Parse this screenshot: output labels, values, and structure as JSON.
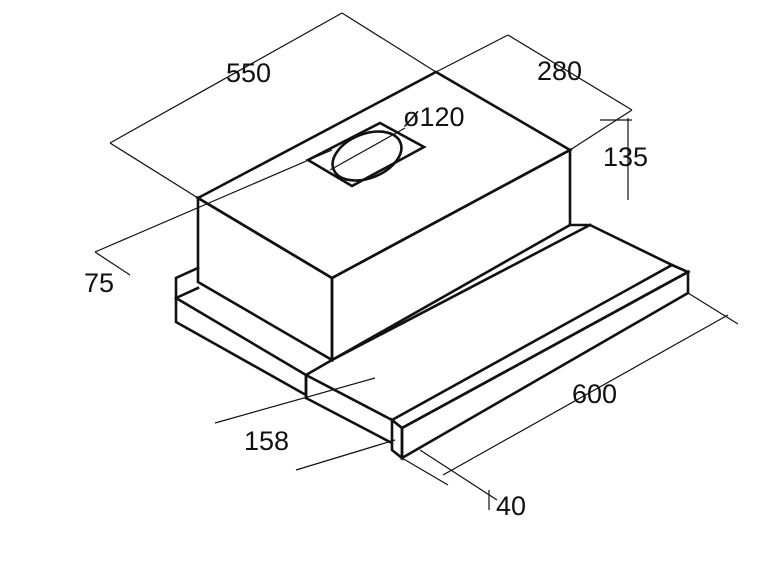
{
  "diagram": {
    "type": "technical-dimension-drawing",
    "line_color": "#111111",
    "background": "#ffffff",
    "dimensions": {
      "width_top": "550",
      "depth_top": "280",
      "height_body": "135",
      "outlet_diameter": "ø120",
      "side_offset": "75",
      "front_width": "600",
      "slide_depth": "158",
      "visor_thickness": "40"
    }
  }
}
